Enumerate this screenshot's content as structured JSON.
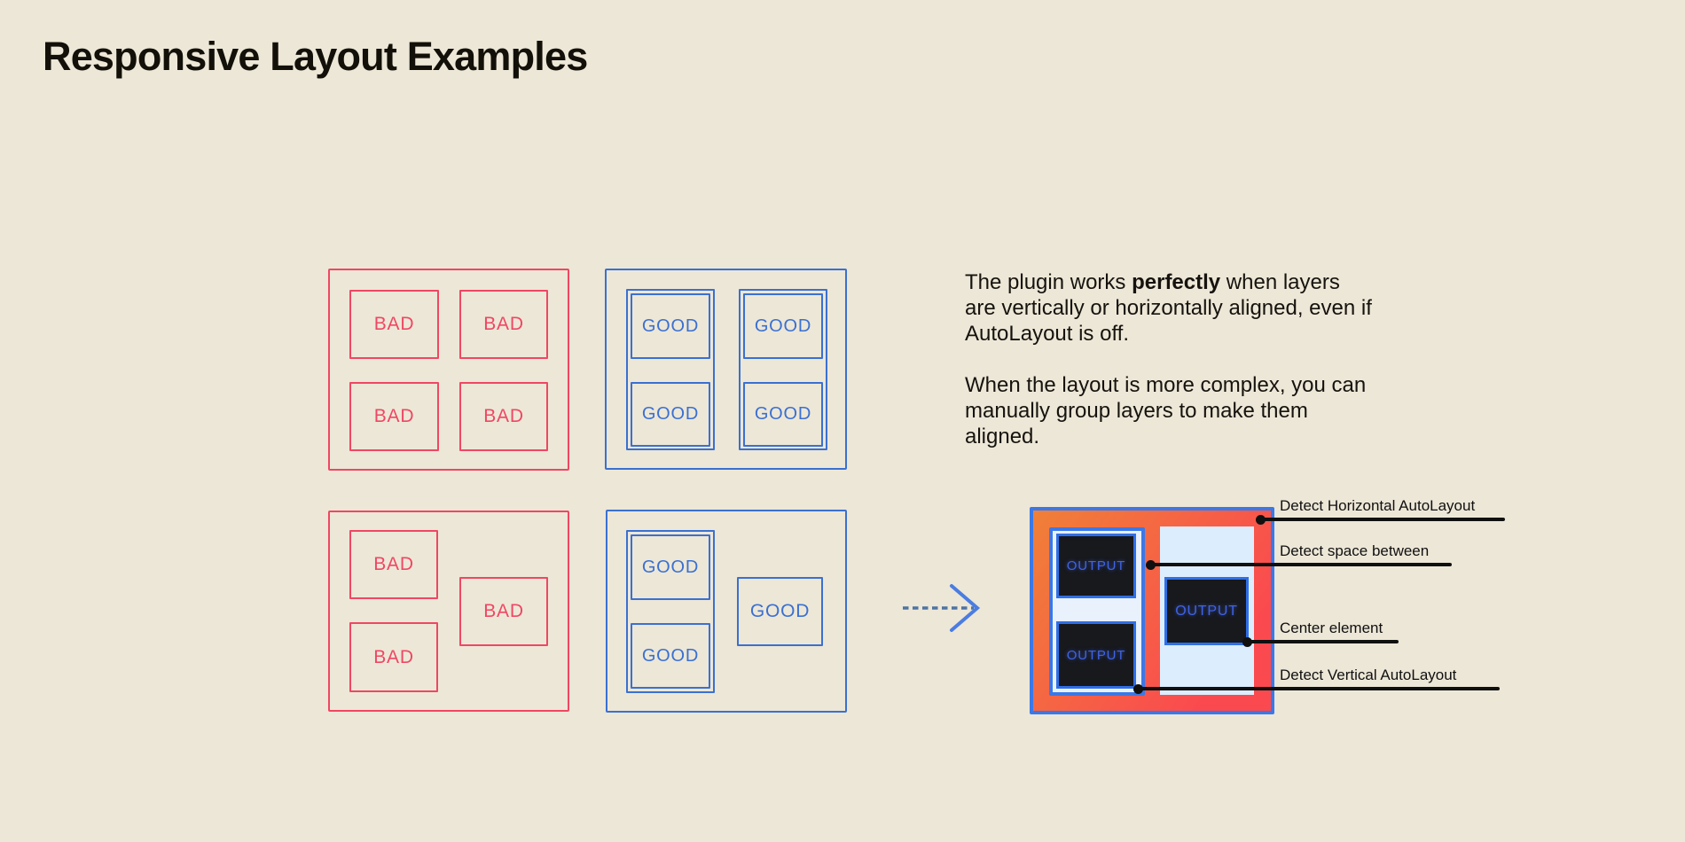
{
  "title": "Responsive Layout Examples",
  "examples": {
    "bad_label": "BAD",
    "good_label": "GOOD",
    "output_label": "OUTPUT"
  },
  "description": {
    "p1_before": "The plugin works ",
    "p1_bold": "perfectly",
    "p1_after": " when layers are vertically or horizontally aligned, even if AutoLayout is off.",
    "p2": "When the layout is more complex, you can manually group layers to make them aligned."
  },
  "annotations": [
    {
      "label": "Detect Horizontal AutoLayout"
    },
    {
      "label": "Detect space between"
    },
    {
      "label": "Center element"
    },
    {
      "label": "Detect Vertical AutoLayout"
    }
  ],
  "icons": {
    "flow_arrow": "dashed-right-arrow"
  },
  "colors": {
    "background": "#EDE7D7",
    "bad": "#EF4763",
    "good": "#3A70D2",
    "output_frame_blue": "#3B78E7",
    "gradient_orange": "#F08038",
    "gradient_red": "#FA4A4F",
    "column_fill": "#E8F1FC",
    "panel_fill": "#DCEDFD",
    "dark_fill": "#17191D",
    "output_text": "#4063E4",
    "annotation_ink": "#101010",
    "arrow_dash": "#4D74A3",
    "arrow_chevron": "#4B7DE2"
  }
}
